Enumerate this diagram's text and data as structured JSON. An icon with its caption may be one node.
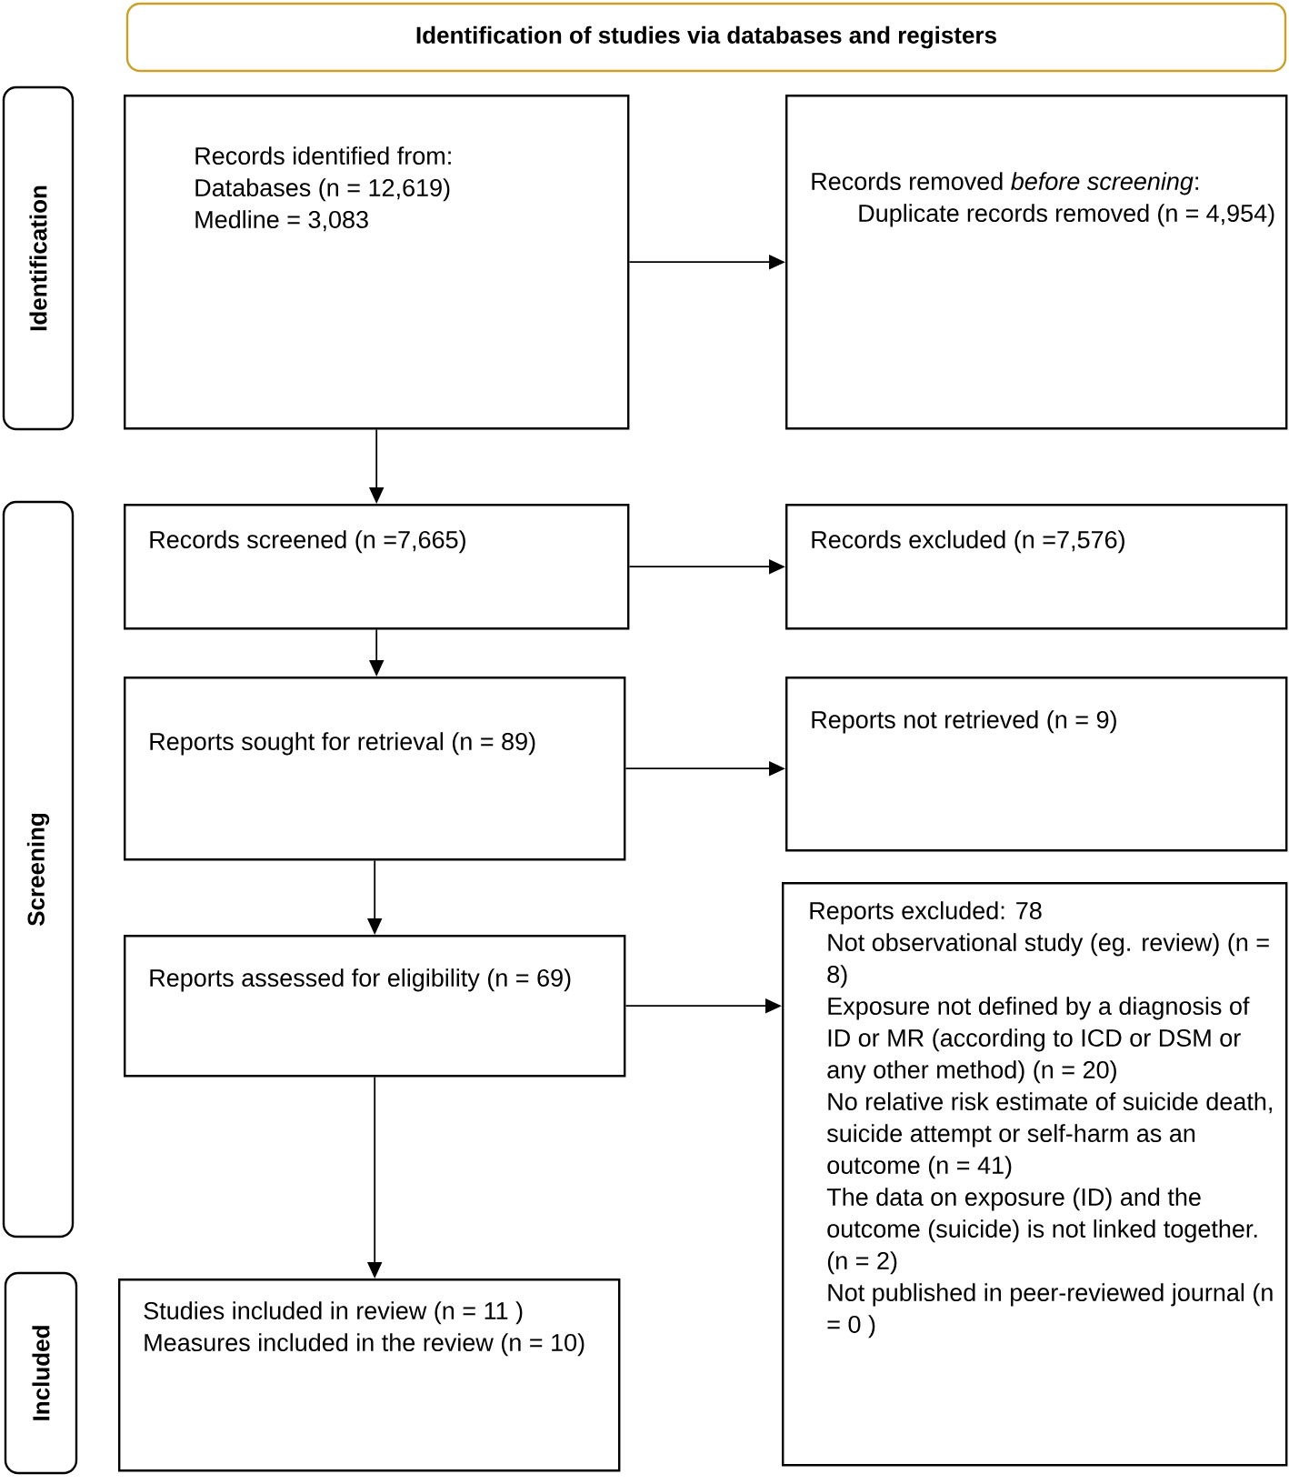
{
  "diagram": {
    "title": "Identification of studies via databases and registers",
    "nodes": [
      {
        "text": [
          "Identification"
        ]
      },
      {
        "text": [
          "Records identified from:",
          "Databases (n = 12,619)",
          "Medline = 3,083"
        ]
      },
      {
        "text": [
          "Records removed *before screening*:",
          "Duplicate records removed (n = 4,954)"
        ]
      },
      {
        "text": [
          "Screening"
        ]
      },
      {
        "text": [
          "Records screened (n =7,665)"
        ]
      },
      {
        "text": [
          "Records excluded (n =7,576)"
        ]
      },
      {
        "text": [
          "Reports sought for retrieval (n = 89)"
        ]
      },
      {
        "text": [
          "Reports not retrieved (n = 9)"
        ]
      },
      {
        "text": [
          "Reports assessed for eligibility (n = 69)"
        ]
      },
      {
        "text": [
          "Reports excluded: 78",
          "Not observational study (eg. review) (n = 8)",
          "Exposure not defined by a diagnosis of ID or MR (according to ICD or DSM or any other method) (n = 20)",
          "No relative risk estimate of suicide death, suicide attempt or self-harm as an outcome (n = 41)",
          "The data on exposure (ID) and the outcome (suicide) is not linked together. (n = 2)",
          "Not published in peer-reviewed journal (n = 0 )"
        ]
      },
      {
        "text": [
          "Included"
        ]
      },
      {
        "text": [
          "Studies included in review (n = 11 )",
          "Measures included in the review (n = 10)"
        ]
      }
    ],
    "edges": [
      {
        "from": 1,
        "to": 2,
        "arrow": "to"
      },
      {
        "from": 1,
        "to": 4,
        "arrow": "to"
      },
      {
        "from": 4,
        "to": 5,
        "arrow": "to"
      },
      {
        "from": 4,
        "to": 6,
        "arrow": "to"
      },
      {
        "from": 6,
        "to": 7,
        "arrow": "to"
      },
      {
        "from": 6,
        "to": 8,
        "arrow": "to"
      },
      {
        "from": 8,
        "to": 9,
        "arrow": "to"
      },
      {
        "from": 8,
        "to": 11,
        "arrow": "to"
      }
    ]
  }
}
